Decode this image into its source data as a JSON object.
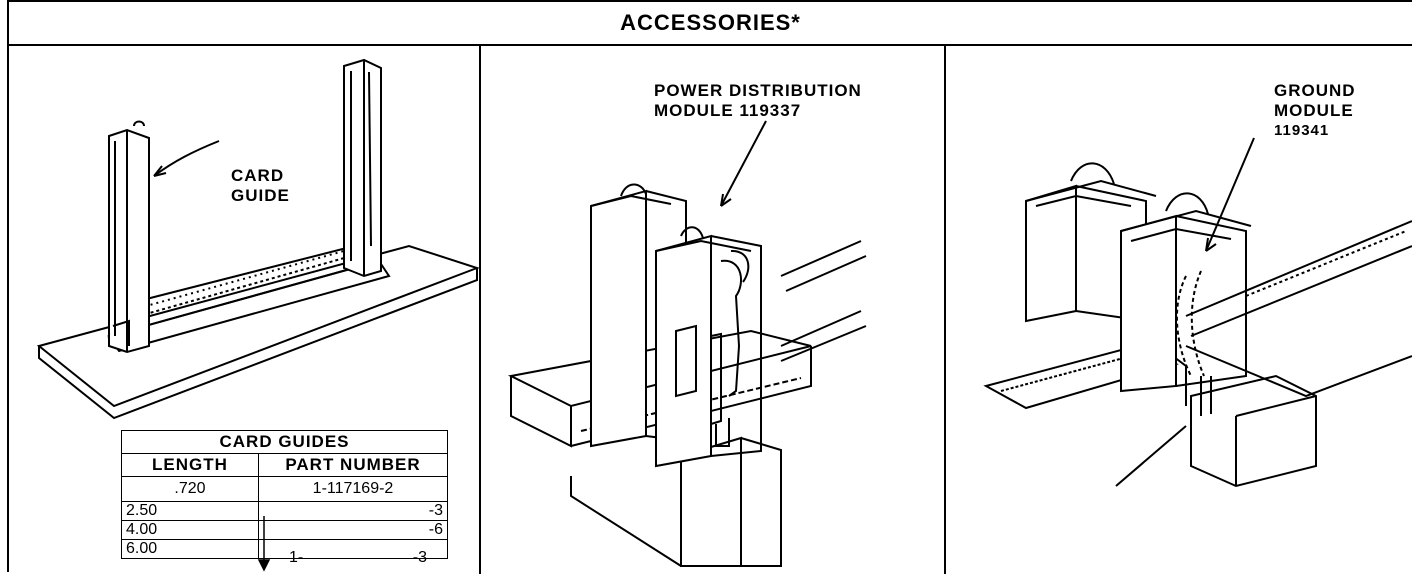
{
  "header": {
    "title": "ACCESSORIES*"
  },
  "panels": {
    "card_guide": {
      "label_line1": "CARD",
      "label_line2": "GUIDE"
    },
    "power": {
      "label_line1": "POWER DISTRIBUTION",
      "label_line2": "MODULE 119337"
    },
    "ground": {
      "label_line1": "GROUND",
      "label_line2": "MODULE",
      "label_line3": "119341"
    }
  },
  "card_guides_table": {
    "title": "CARD GUIDES",
    "columns": [
      "LENGTH",
      "PART NUMBER"
    ],
    "rows": [
      {
        "length": ".720",
        "part": "1-117169-2"
      },
      {
        "length": "2.50",
        "part": "-3"
      },
      {
        "length": "4.00",
        "part": "-6"
      },
      {
        "length": "6.00",
        "part_prefix": "1-",
        "part": "-3"
      }
    ]
  }
}
